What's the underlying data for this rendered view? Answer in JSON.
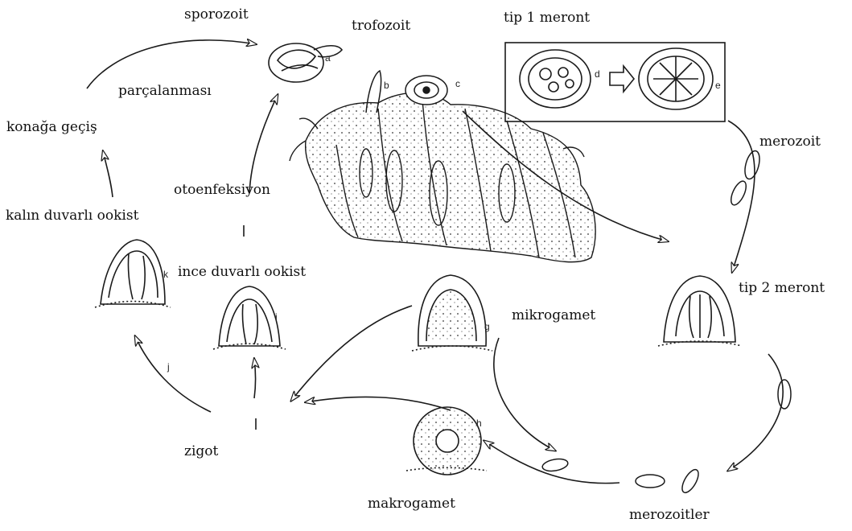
{
  "labels": {
    "sporozoit": "sporozoit",
    "trofozoit": "trofozoit",
    "tip1_meront": "tip 1 meront",
    "parcalanmasi": "parçalanması",
    "konaga_gecis": "konağa geçiş",
    "otoenfeksiyon": "otoenfeksiyon",
    "merozoit": "merozoit",
    "kalin_duvarli_ookist": "kalın duvarlı ookist",
    "ince_duvarli_ookist": "ince duvarlı ookist",
    "mikrogamet": "mikrogamet",
    "tip2_meront": "tip 2 meront",
    "zigot": "zigot",
    "makrogamet": "makrogamet",
    "merozoitler": "merozoitler"
  },
  "letters": {
    "a": "a",
    "b": "b",
    "c": "c",
    "d": "d",
    "e": "e",
    "g": "g",
    "h": "h",
    "i": "i",
    "j": "j",
    "k": "k"
  },
  "colors": {
    "ink": "#1a1a1a",
    "background": "#ffffff",
    "tissue": "#f4f4f4"
  }
}
